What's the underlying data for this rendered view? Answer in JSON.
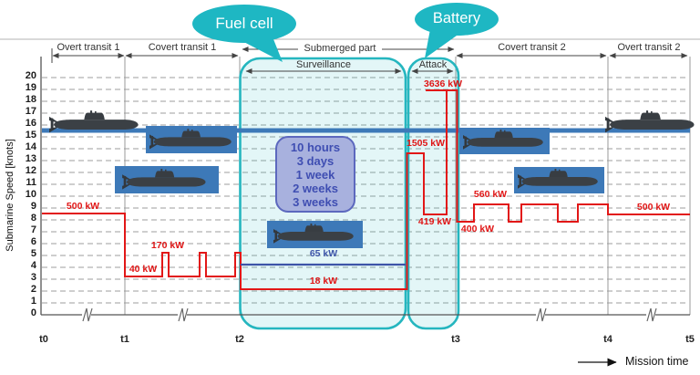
{
  "chart": {
    "y_axis": {
      "title": "Submarine Speed [knots]",
      "ticks": [
        20,
        19,
        18,
        17,
        16,
        15,
        14,
        13,
        12,
        11,
        10,
        9,
        8,
        7,
        6,
        5,
        4,
        3,
        2,
        1,
        0
      ]
    },
    "x_axis": {
      "title": "Mission time",
      "ticks": [
        "t0",
        "t1",
        "t2",
        "t3",
        "t4",
        "t5"
      ]
    },
    "phases": [
      {
        "label": "Overt transit 1"
      },
      {
        "label": "Covert transit 1"
      },
      {
        "label": "Covert transit 2"
      },
      {
        "label": "Overt transit 2"
      }
    ],
    "submerged": {
      "label": "Submerged part",
      "sub_phases": [
        {
          "label": "Surveillance"
        },
        {
          "label": "Attack"
        }
      ]
    },
    "callouts": {
      "fuel_cell": "Fuel cell",
      "battery": "Battery"
    },
    "durations": [
      "10 hours",
      "3 days",
      "1 week",
      "2 weeks",
      "3 weeks"
    ],
    "power_labels": {
      "overt1": "500 kW",
      "covert1_base": "40 kW",
      "covert1_peak": "170 kW",
      "surveillance_fuel_cell": "65 kW",
      "surveillance_hotel": "18 kW",
      "attack_sprint": "1505 kW",
      "attack_low": "419 kW",
      "attack_peak": "3636 kW",
      "covert2_base": "400 kW",
      "covert2_peak": "560 kW",
      "overt2": "500 kW"
    },
    "colors": {
      "power_line": "#e21717",
      "speed_line": "#3d79b8",
      "fuel_cell_line": "#3d54a8",
      "teal_region": "#1eb7c3",
      "duration_box": "#a8b1de"
    }
  },
  "chart_data": {
    "type": "line",
    "xlabel": "Mission time",
    "ylabel": "Submarine Speed [knots]",
    "ylim": [
      0,
      20
    ],
    "x_ticks": [
      "t0",
      "t1",
      "t2",
      "t3",
      "t4",
      "t5"
    ],
    "grid": true,
    "speed_reference_line_knots": 15.5,
    "phases": [
      {
        "name": "Overt transit 1",
        "from": "t0",
        "to": "t1",
        "power_kW": 500,
        "power_line_height_knots": 8.5
      },
      {
        "name": "Covert transit 1",
        "from": "t1",
        "to": "t2",
        "base_power_kW": 40,
        "peak_power_kW": 170,
        "base_height_knots": 3.2,
        "peak_height_knots": 5.2
      },
      {
        "name": "Surveillance (Submerged part, Fuel cell)",
        "from": "t2",
        "to": "t3",
        "fuel_cell_power_kW": 65,
        "hotel_power_kW": 18,
        "fuel_cell_height_knots": 4.3,
        "hotel_height_knots": 2.2,
        "duration_options": [
          "10 hours",
          "3 days",
          "1 week",
          "2 weeks",
          "3 weeks"
        ]
      },
      {
        "name": "Attack (Submerged part, Battery)",
        "at": "t3",
        "power_sequence_kW": [
          1505,
          419,
          3636
        ],
        "sequence_height_knots": [
          13.6,
          8.5,
          18.9
        ]
      },
      {
        "name": "Covert transit 2",
        "from": "t3",
        "to": "t4",
        "base_power_kW": 400,
        "peak_power_kW": 560,
        "base_height_knots": 7.8,
        "peak_height_knots": 9.3
      },
      {
        "name": "Overt transit 2",
        "from": "t4",
        "to": "t5",
        "power_kW": 500,
        "power_line_height_knots": 8.5
      }
    ]
  }
}
